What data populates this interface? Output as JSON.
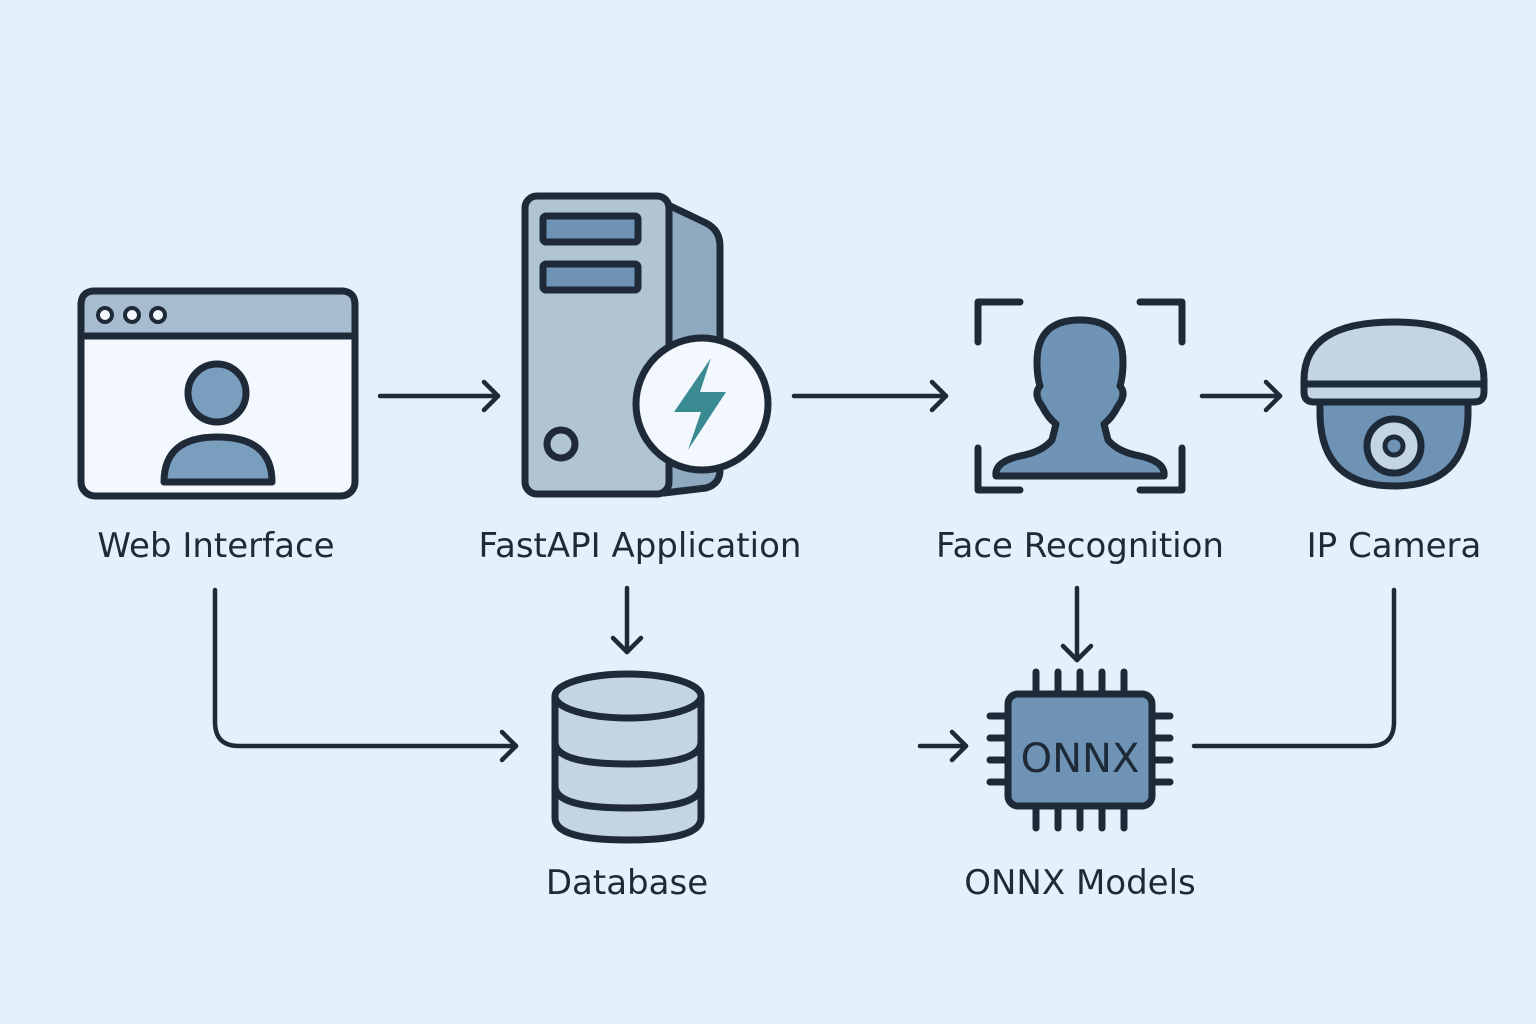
{
  "nodes": {
    "web_interface": {
      "label": "Web Interface",
      "icon": "browser-window-user-icon"
    },
    "fastapi_application": {
      "label": "FastAPI Application",
      "icon": "server-lightning-icon"
    },
    "face_recognition": {
      "label": "Face Recognition",
      "icon": "face-scan-icon"
    },
    "ip_camera": {
      "label": "IP Camera",
      "icon": "dome-camera-icon"
    },
    "database": {
      "label": "Database",
      "icon": "database-cylinder-icon"
    },
    "onnx_models": {
      "label": "ONNX Models",
      "icon": "chip-icon",
      "chip_text": "ONNX"
    }
  },
  "edges": [
    {
      "from": "web_interface",
      "to": "fastapi_application"
    },
    {
      "from": "fastapi_application",
      "to": "face_recognition"
    },
    {
      "from": "face_recognition",
      "to": "ip_camera"
    },
    {
      "from": "fastapi_application",
      "to": "database"
    },
    {
      "from": "web_interface",
      "to": "database"
    },
    {
      "from": "face_recognition",
      "to": "onnx_models"
    },
    {
      "from": "ip_camera",
      "to": "onnx_models"
    }
  ],
  "colors": {
    "background": "#e5f1fa",
    "outline": "#1e2a38",
    "fill_light": "#c3d4e2",
    "fill_mid": "#9bb5ca",
    "fill_dark": "#6f93b4",
    "panel": "#f2f8fd",
    "accent_bolt": "#3a8a92"
  }
}
